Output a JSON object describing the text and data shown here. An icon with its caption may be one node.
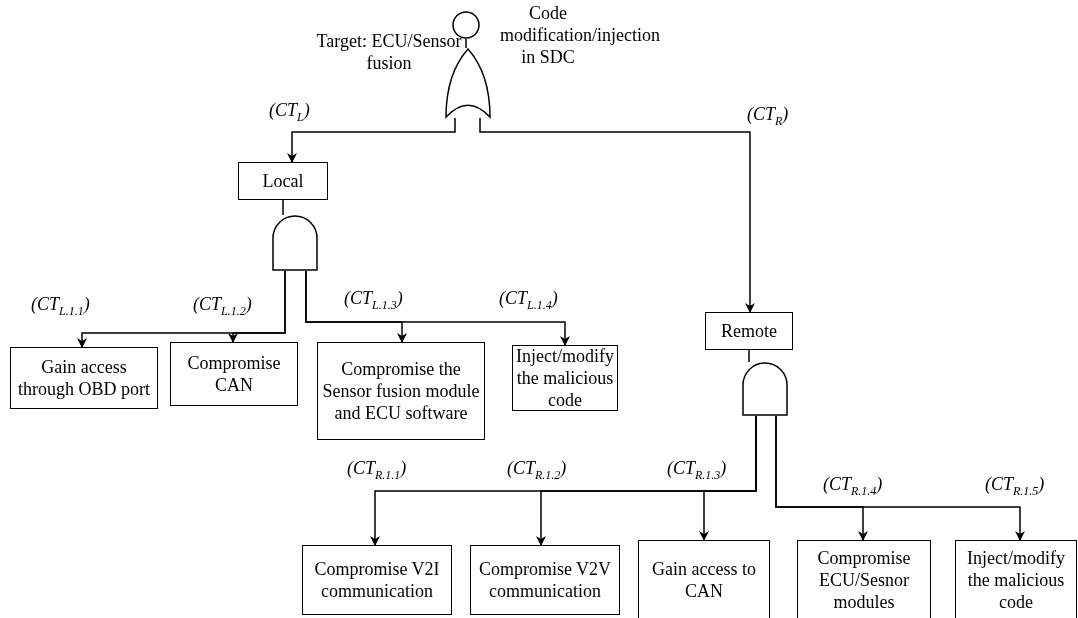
{
  "diagram": {
    "nodes": [
      {
        "text": [],
        "shape": "circle"
      },
      {
        "text": [],
        "shape": "or-gate",
        "beside": [
          "Target: ECU/Sensor fusion"
        ]
      },
      {
        "text": [
          "Local"
        ]
      },
      {
        "text": [],
        "shape": "and-gate"
      },
      {
        "text": [
          "Gain access through OBD port"
        ]
      },
      {
        "text": [
          "Compromise CAN"
        ]
      },
      {
        "text": [
          "Compromise the Sensor fusion module and ECU software"
        ]
      },
      {
        "text": [
          "Inject/modify the malicious code"
        ]
      },
      {
        "text": [
          "Remote"
        ]
      },
      {
        "text": [],
        "shape": "and-gate"
      },
      {
        "text": [
          "Compromise V2I communication"
        ]
      },
      {
        "text": [
          "Compromise V2V communication"
        ]
      },
      {
        "text": [
          "Gain access to CAN"
        ]
      },
      {
        "text": [
          "Compromise ECU/Sesnor modules"
        ]
      },
      {
        "text": [
          "Inject/modify the malicious code"
        ]
      }
    ],
    "edges": [
      {
        "from": 0,
        "to": 1,
        "arrow": "none"
      },
      {
        "from": 1,
        "to": 2,
        "arrow": "to",
        "label": "(CT$_{L}$)"
      },
      {
        "from": 1,
        "to": 8,
        "arrow": "to",
        "label": "(CT$_{R}$)"
      },
      {
        "from": 2,
        "to": 3,
        "arrow": "none"
      },
      {
        "from": 3,
        "to": 4,
        "arrow": "to",
        "label": "(CT$_{L.1.1}$)"
      },
      {
        "from": 3,
        "to": 5,
        "arrow": "to",
        "label": "(CT$_{L.1.2}$)"
      },
      {
        "from": 3,
        "to": 6,
        "arrow": "to",
        "label": "(CT$_{L.1.3}$)"
      },
      {
        "from": 3,
        "to": 7,
        "arrow": "to",
        "label": "(CT$_{L.1.4}$)"
      },
      {
        "from": 8,
        "to": 9,
        "arrow": "none"
      },
      {
        "from": 9,
        "to": 10,
        "arrow": "to",
        "label": "(CT$_{R.1.1}$)"
      },
      {
        "from": 9,
        "to": 11,
        "arrow": "to",
        "label": "(CT$_{R.1.2}$)"
      },
      {
        "from": 9,
        "to": 12,
        "arrow": "to",
        "label": "(CT$_{R.1.3}$)"
      },
      {
        "from": 9,
        "to": 13,
        "arrow": "to",
        "label": "(CT$_{R.1.4}$)"
      },
      {
        "from": 9,
        "to": 14,
        "arrow": "to",
        "label": "(CT$_{R.1.5}$)"
      }
    ],
    "labels": [
      "Code modification/injection in SDC"
    ]
  }
}
